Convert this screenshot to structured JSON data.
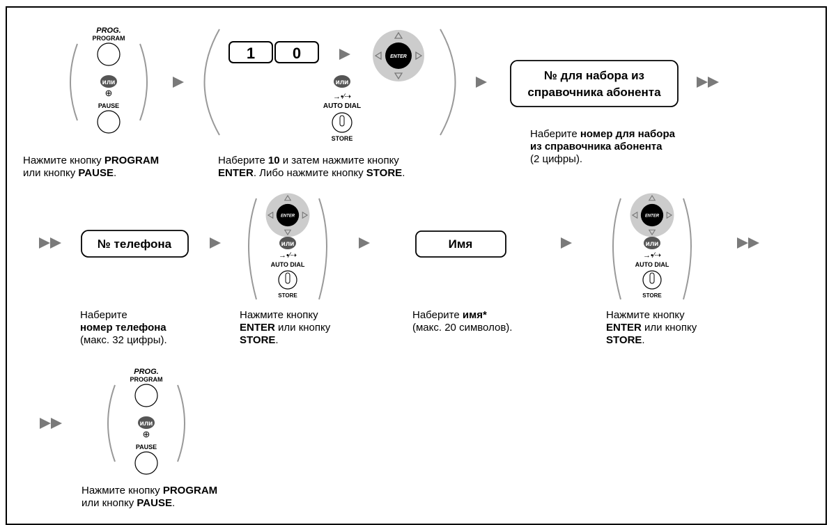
{
  "labels": {
    "prog": "PROG.",
    "program": "PROGRAM",
    "ili": "или",
    "pause": "PAUSE",
    "enter": "ENTER",
    "auto_dial": "AUTO DIAL",
    "store": "STORE",
    "auto_dial_arrow": "→•∕⇢",
    "pause_icon": "⊕"
  },
  "keys": [
    "1",
    "0"
  ],
  "boxes": {
    "dir_number": "№ для набора из справочника абонента",
    "dir_number_line1": "№ для набора из",
    "dir_number_line2": "справочника абонента",
    "phone": "№ телефона",
    "name": "Имя"
  },
  "steps": {
    "s1": {
      "t1": "Нажмите кнопку ",
      "b1": "PROGRAM",
      "t2": "или кнопку ",
      "b2": "PAUSE",
      "t3": "."
    },
    "s2": {
      "t1": "Наберите ",
      "b1": "10",
      "t2": " и затем нажмите кнопку",
      "b2": "ENTER",
      "t3": ". Либо нажмите кнопку ",
      "b3": "STORE",
      "t4": "."
    },
    "s3": {
      "t1": "Наберите ",
      "b1": "номер для набора",
      "b2": "из справочника абонента",
      "t2": "(2 цифры)."
    },
    "s4": {
      "t1": "Наберите",
      "b1": "номер телефона",
      "t2": "(макс. 32 цифры)."
    },
    "s5": {
      "t1": "Нажмите кнопку",
      "b1": "ENTER",
      "t2": " или кнопку",
      "b2": "STORE",
      "t3": "."
    },
    "s6": {
      "t1": "Наберите ",
      "b1": "имя*",
      "t2": "(макс. 20 символов)."
    },
    "s7": {
      "t1": "Нажмите кнопку",
      "b1": "ENTER",
      "t2": " или кнопку",
      "b2": "STORE",
      "t3": "."
    },
    "s8": {
      "t1": "Нажмите кнопку ",
      "b1": "PROGRAM",
      "t2": "или кнопку ",
      "b2": "PAUSE",
      "t3": "."
    }
  }
}
